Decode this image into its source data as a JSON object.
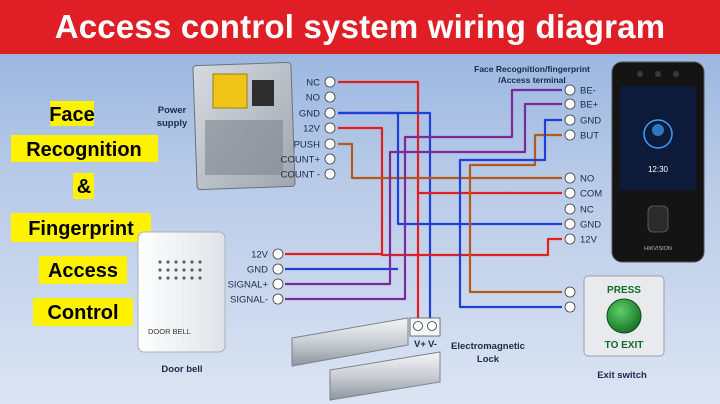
{
  "title": "Access control system wiring diagram",
  "side_text": [
    "Face",
    "Recognition",
    "&",
    "Fingerprint",
    "Access",
    "Control"
  ],
  "power_supply": {
    "label_line1": "Power",
    "label_line2": "supply",
    "terminals": [
      "NC",
      "NO",
      "GND",
      "12V",
      "PUSH",
      "COUNT+",
      "COUNT -"
    ]
  },
  "door_bell": {
    "label": "Door bell",
    "device_text": "DOOR BELL",
    "terminals": [
      "12V",
      "GND",
      "SIGNAL+",
      "SIGNAL-"
    ]
  },
  "terminal_device": {
    "label_line1": "Face Recognition/fingerprint",
    "label_line2": "/Access terminal",
    "top_terminals": [
      "BE-",
      "BE+",
      "GND",
      "BUT"
    ],
    "bottom_terminals": [
      "NO",
      "COM",
      "NC",
      "GND",
      "12V"
    ],
    "screen_time": "12:30",
    "brand": "HIKVISION"
  },
  "lock": {
    "label_line1": "Electromagnetic",
    "label_line2": "Lock",
    "terminals": [
      "V+",
      "V-"
    ]
  },
  "exit_switch": {
    "label": "Exit switch",
    "text_top": "PRESS",
    "text_bottom": "TO EXIT"
  },
  "colors": {
    "title_bg": "#e01e25",
    "red_wire": "#e41e1e",
    "blue_wire": "#1f3fd6",
    "purple_wire": "#7a2a9a",
    "brown_wire": "#b45a1c",
    "highlight": "#fff200"
  }
}
